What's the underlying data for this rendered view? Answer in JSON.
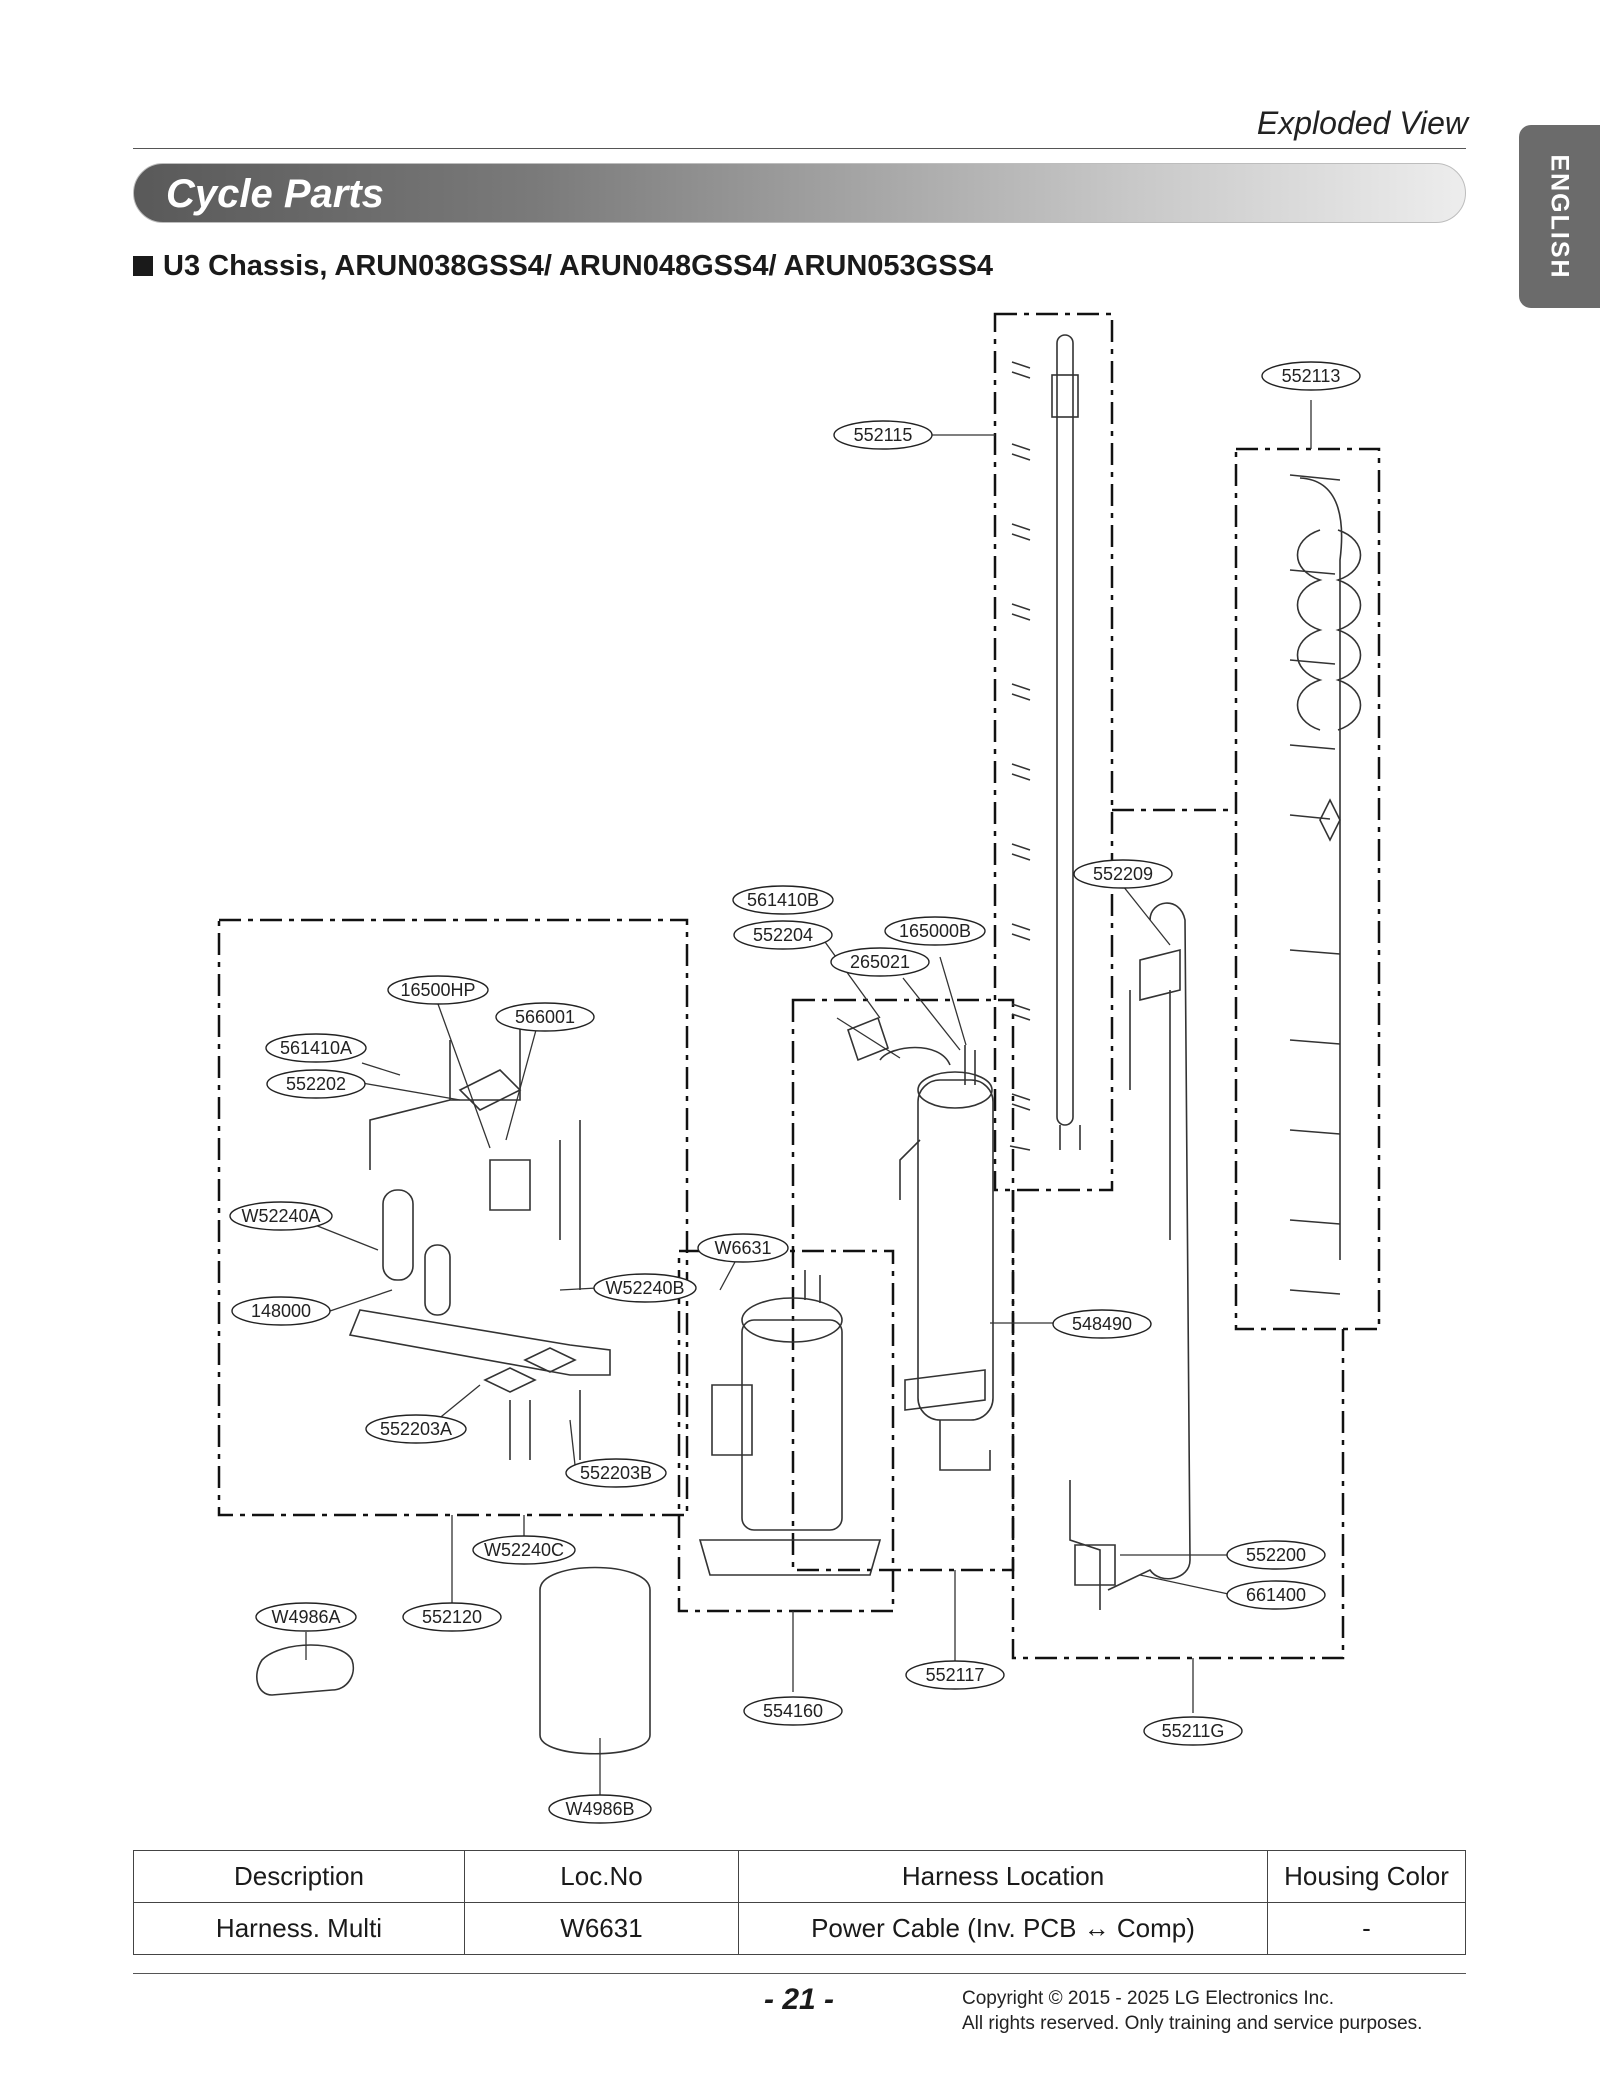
{
  "header": {
    "title": "Exploded View"
  },
  "section": {
    "title": "Cycle Parts"
  },
  "side_tab": {
    "label": "ENGLISH"
  },
  "subheading": "U3 Chassis, ARUN038GSS4/ ARUN048GSS4/ ARUN053GSS4",
  "parts": {
    "p552115": "552115",
    "p552113": "552113",
    "p552209": "552209",
    "p561410B": "561410B",
    "p552204": "552204",
    "p165000B": "165000B",
    "p265021": "265021",
    "p16500HP": "16500HP",
    "p566001": "566001",
    "p561410A": "561410A",
    "p552202": "552202",
    "pW52240A": "W52240A",
    "pW6631": "W6631",
    "pW52240B": "W52240B",
    "p148000": "148000",
    "p548490": "548490",
    "p552203A": "552203A",
    "p552203B": "552203B",
    "pW52240C": "W52240C",
    "p552200": "552200",
    "p661400": "661400",
    "pW4986A": "W4986A",
    "p552120": "552120",
    "p552117": "552117",
    "p554160": "554160",
    "p55211G": "55211G",
    "pW4986B": "W4986B"
  },
  "table": {
    "headers": [
      "Description",
      "Loc.No",
      "Harness Location",
      "Housing Color"
    ],
    "rows": [
      [
        "Harness. Multi",
        "W6631",
        "Power Cable (Inv. PCB ↔ Comp)",
        "-"
      ]
    ]
  },
  "footer": {
    "page": "- 21 -",
    "copyright_line1": "Copyright © 2015 - 2025 LG Electronics Inc.",
    "copyright_line2": "All rights reserved. Only training and service purposes."
  }
}
